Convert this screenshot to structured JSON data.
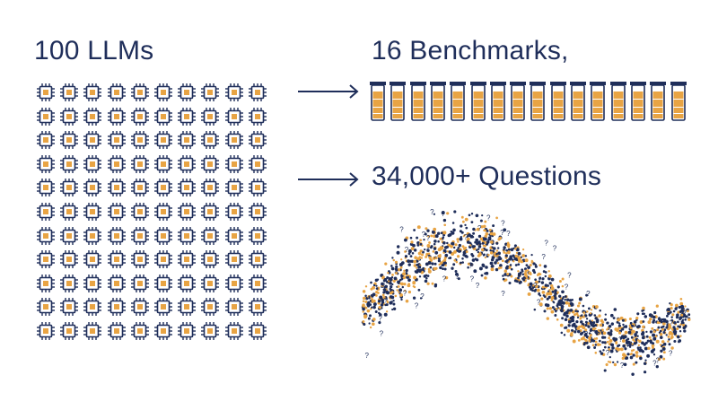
{
  "left_title": "100 LLMs",
  "right_title_top": "16 Benchmarks,",
  "right_title_bottom": "34,000+ Questions",
  "llm_grid": {
    "rows": 11,
    "cols": 10,
    "icon": "chip-icon"
  },
  "benchmarks": {
    "count": 16,
    "icon": "test-tube-icon"
  },
  "questions_cloud": {
    "icon": "question-mark",
    "shape": "wave"
  },
  "colors": {
    "navy": "#1f2e5a",
    "orange": "#e8a444",
    "white": "#ffffff"
  }
}
